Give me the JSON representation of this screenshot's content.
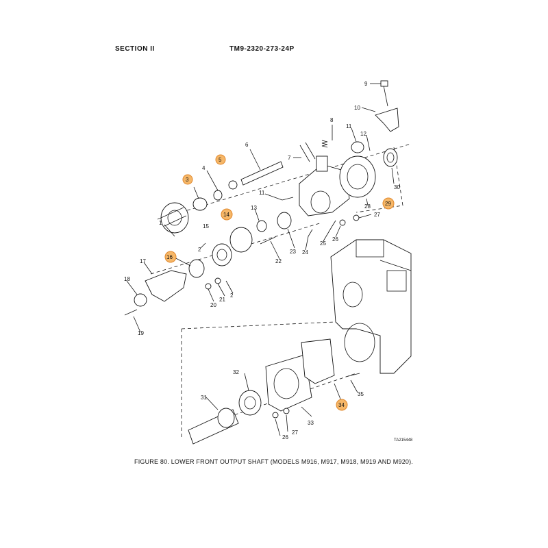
{
  "header": {
    "section": "SECTION II",
    "manual": "TM9-2320-273-24P"
  },
  "figure": {
    "caption": "FIGURE 80. LOWER FRONT OUTPUT SHAFT (MODELS M916, M917, M918, M919 AND M920).",
    "art_id": "TA215448"
  },
  "callouts": [
    "1",
    "2",
    "3",
    "4",
    "5",
    "6",
    "7",
    "8",
    "9",
    "10",
    "11",
    "12",
    "11",
    "13",
    "14",
    "15",
    "16",
    "17",
    "18",
    "19",
    "20",
    "21",
    "2",
    "22",
    "23",
    "24",
    "25",
    "26",
    "27",
    "28",
    "29",
    "30",
    "31",
    "32",
    "33",
    "34",
    "35",
    "26",
    "27"
  ],
  "highlighted_callouts": [
    "3",
    "5",
    "14",
    "16",
    "29",
    "34"
  ],
  "colors": {
    "highlight_fill": "#f6b768",
    "highlight_stroke": "#e0872b",
    "line": "#111111"
  }
}
